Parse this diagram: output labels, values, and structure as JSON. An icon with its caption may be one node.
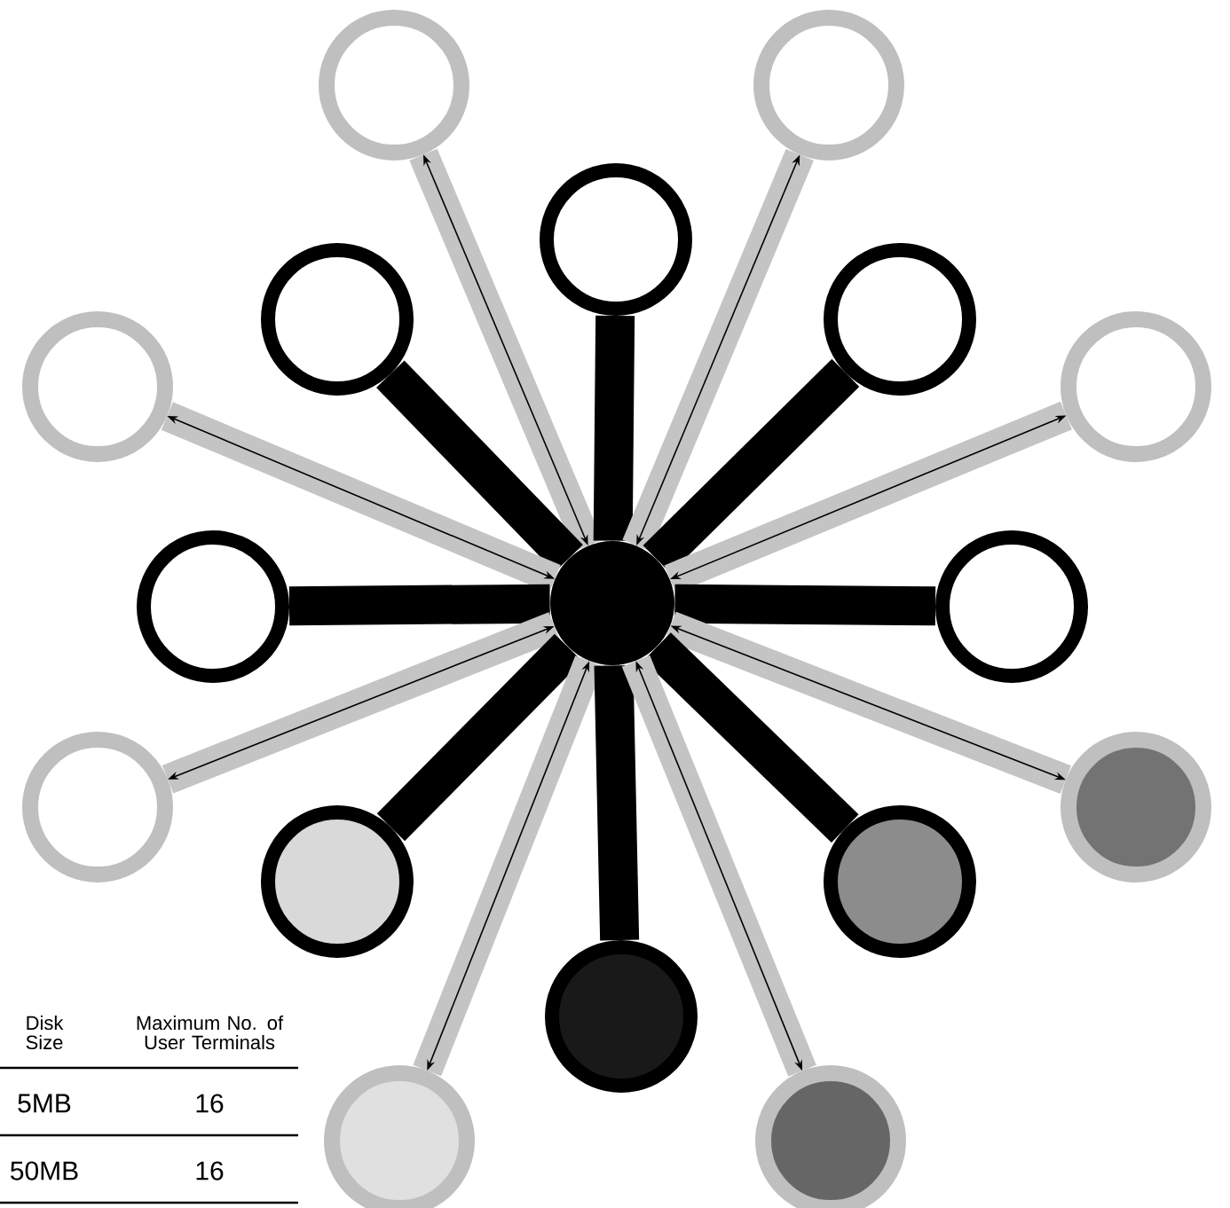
{
  "diagram": {
    "nodes": [
      {
        "text": [],
        "shape": "circle"
      },
      {
        "text": [],
        "shape": "circle"
      },
      {
        "text": [],
        "shape": "circle"
      },
      {
        "text": [],
        "shape": "circle"
      },
      {
        "text": [],
        "shape": "circle"
      },
      {
        "text": [],
        "shape": "circle"
      },
      {
        "text": [],
        "shape": "circle"
      },
      {
        "text": [],
        "shape": "circle"
      },
      {
        "text": [],
        "shape": "circle"
      },
      {
        "text": [],
        "shape": "circle"
      },
      {
        "text": [],
        "shape": "circle"
      },
      {
        "text": [],
        "shape": "circle"
      },
      {
        "text": [],
        "shape": "circle"
      },
      {
        "text": [],
        "shape": "circle"
      },
      {
        "text": [],
        "shape": "circle"
      },
      {
        "text": [],
        "shape": "circle"
      },
      {
        "text": [],
        "shape": "circle"
      }
    ],
    "edges": [
      {
        "from": 0,
        "to": 1,
        "arrow": "both",
        "color": "#c4c4c4"
      },
      {
        "from": 0,
        "to": 2,
        "arrow": "none",
        "color": "#000000"
      },
      {
        "from": 0,
        "to": 3,
        "arrow": "both",
        "color": "#c4c4c4"
      },
      {
        "from": 0,
        "to": 4,
        "arrow": "none",
        "color": "#000000"
      },
      {
        "from": 0,
        "to": 5,
        "arrow": "none",
        "color": "#000000"
      },
      {
        "from": 0,
        "to": 6,
        "arrow": "both",
        "color": "#c4c4c4"
      },
      {
        "from": 0,
        "to": 7,
        "arrow": "both",
        "color": "#c4c4c4"
      },
      {
        "from": 0,
        "to": 8,
        "arrow": "none",
        "color": "#000000"
      },
      {
        "from": 0,
        "to": 9,
        "arrow": "none",
        "color": "#000000"
      },
      {
        "from": 0,
        "to": 10,
        "arrow": "both",
        "color": "#c4c4c4"
      },
      {
        "from": 0,
        "to": 11,
        "arrow": "both",
        "color": "#c4c4c4"
      },
      {
        "from": 0,
        "to": 12,
        "arrow": "none",
        "color": "#000000"
      },
      {
        "from": 0,
        "to": 13,
        "arrow": "none",
        "color": "#000000"
      },
      {
        "from": 0,
        "to": 14,
        "arrow": "both",
        "color": "#c4c4c4"
      },
      {
        "from": 0,
        "to": 15,
        "arrow": "none",
        "color": "#000000"
      },
      {
        "from": 0,
        "to": 16,
        "arrow": "both",
        "color": "#c4c4c4"
      }
    ],
    "labels": [
      "Disk Size",
      "Maximum No. of User Terminals",
      "5MB",
      "16",
      "50MB",
      "16"
    ]
  }
}
